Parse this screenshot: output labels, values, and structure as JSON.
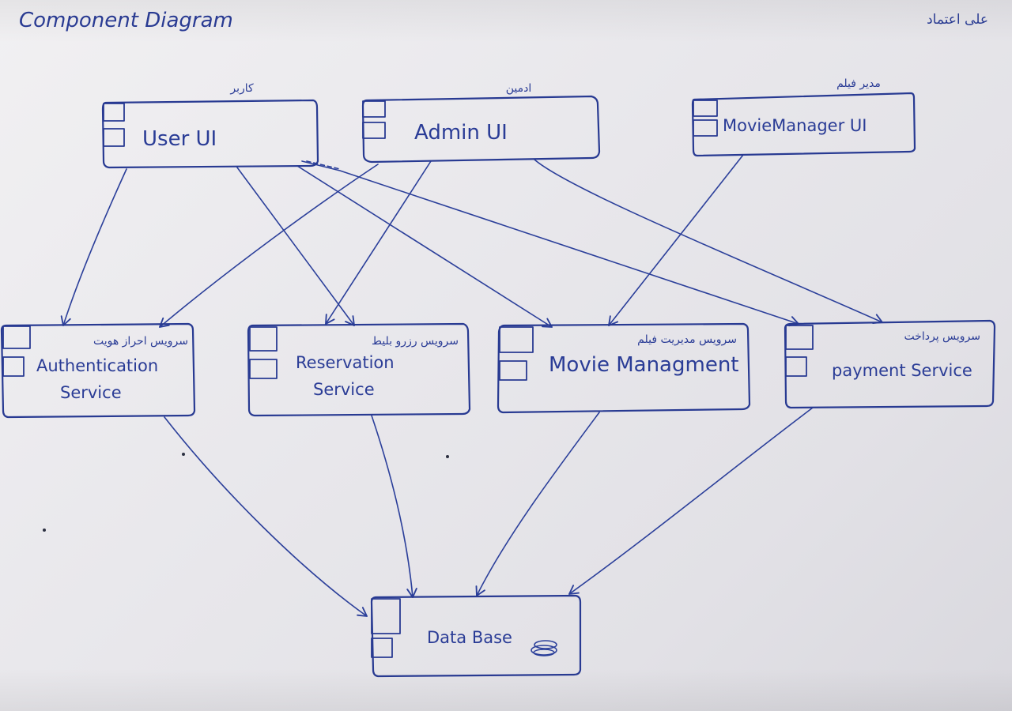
{
  "title": "Component Diagram",
  "author": "علی اعتماد",
  "components": {
    "user_ui": {
      "label": "User UI",
      "fa_label": "کاربر"
    },
    "admin_ui": {
      "label": "Admin UI",
      "fa_label": "ادمین"
    },
    "movie_manager_ui": {
      "label": "MovieManager UI",
      "fa_label": "مدیر فیلم"
    },
    "auth_service": {
      "label_line1": "Authentication",
      "label_line2": "Service",
      "fa_label": "سرویس احراز هویت"
    },
    "reservation_service": {
      "label_line1": "Reservation",
      "label_line2": "Service",
      "fa_label": "سرویس رزرو بلیط"
    },
    "movie_management": {
      "label": "Movie Managment",
      "fa_label": "سرویس مدیریت فیلم"
    },
    "payment_service": {
      "label": "payment Service",
      "fa_label": "سرویس پرداخت"
    },
    "database": {
      "label": "Data Base"
    }
  },
  "colors": {
    "ink": "#2b3f9a",
    "paper": "#ebeaee"
  }
}
